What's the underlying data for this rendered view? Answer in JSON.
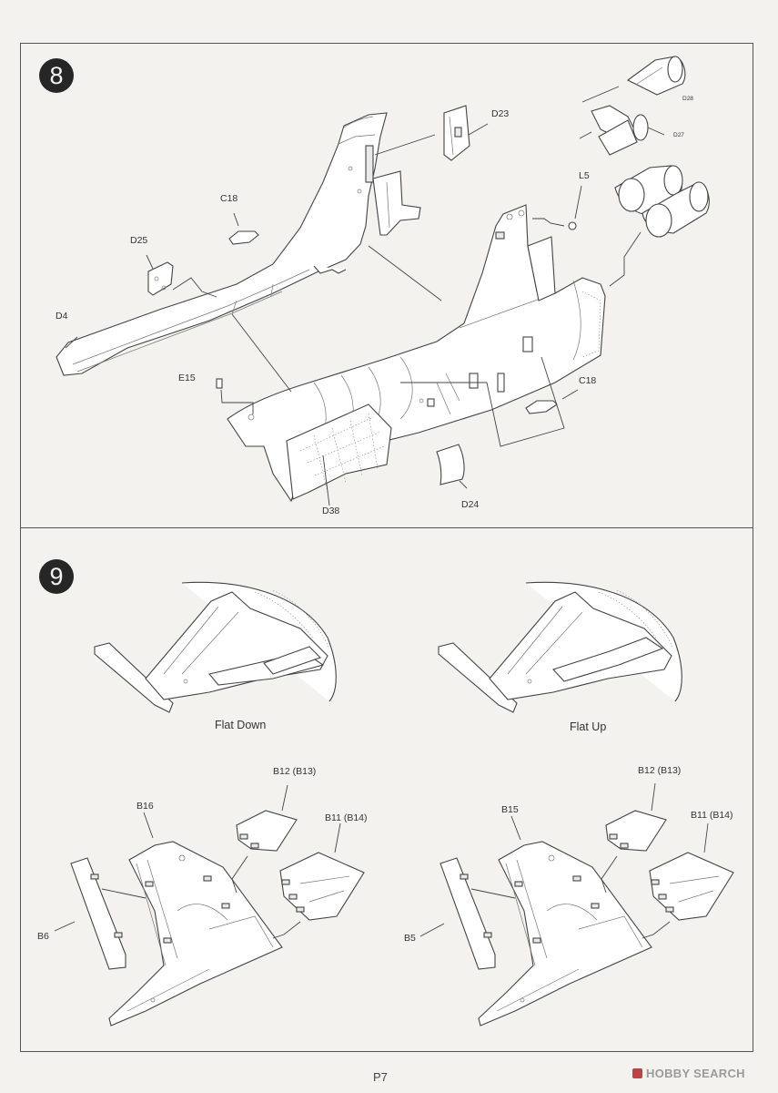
{
  "steps": [
    {
      "number": "8",
      "labels": {
        "d23": "D23",
        "d28": "D28",
        "d27": "D27",
        "l5": "L5",
        "c18_top": "C18",
        "d25": "D25",
        "d4": "D4",
        "e15": "E15",
        "c18_right": "C18",
        "d24": "D24",
        "d38": "D38"
      }
    },
    {
      "number": "9",
      "captions": {
        "flat_down": "Flat Down",
        "flat_up": "Flat Up"
      },
      "labels": {
        "b12_left": "B12 (B13)",
        "b16": "B16",
        "b11_left": "B11 (B14)",
        "b6": "B6",
        "b12_right": "B12 (B13)",
        "b15": "B15",
        "b11_right": "B11 (B14)",
        "b5": "B5"
      }
    }
  ],
  "footer": {
    "page": "P7",
    "watermark": "HOBBY SEARCH"
  }
}
